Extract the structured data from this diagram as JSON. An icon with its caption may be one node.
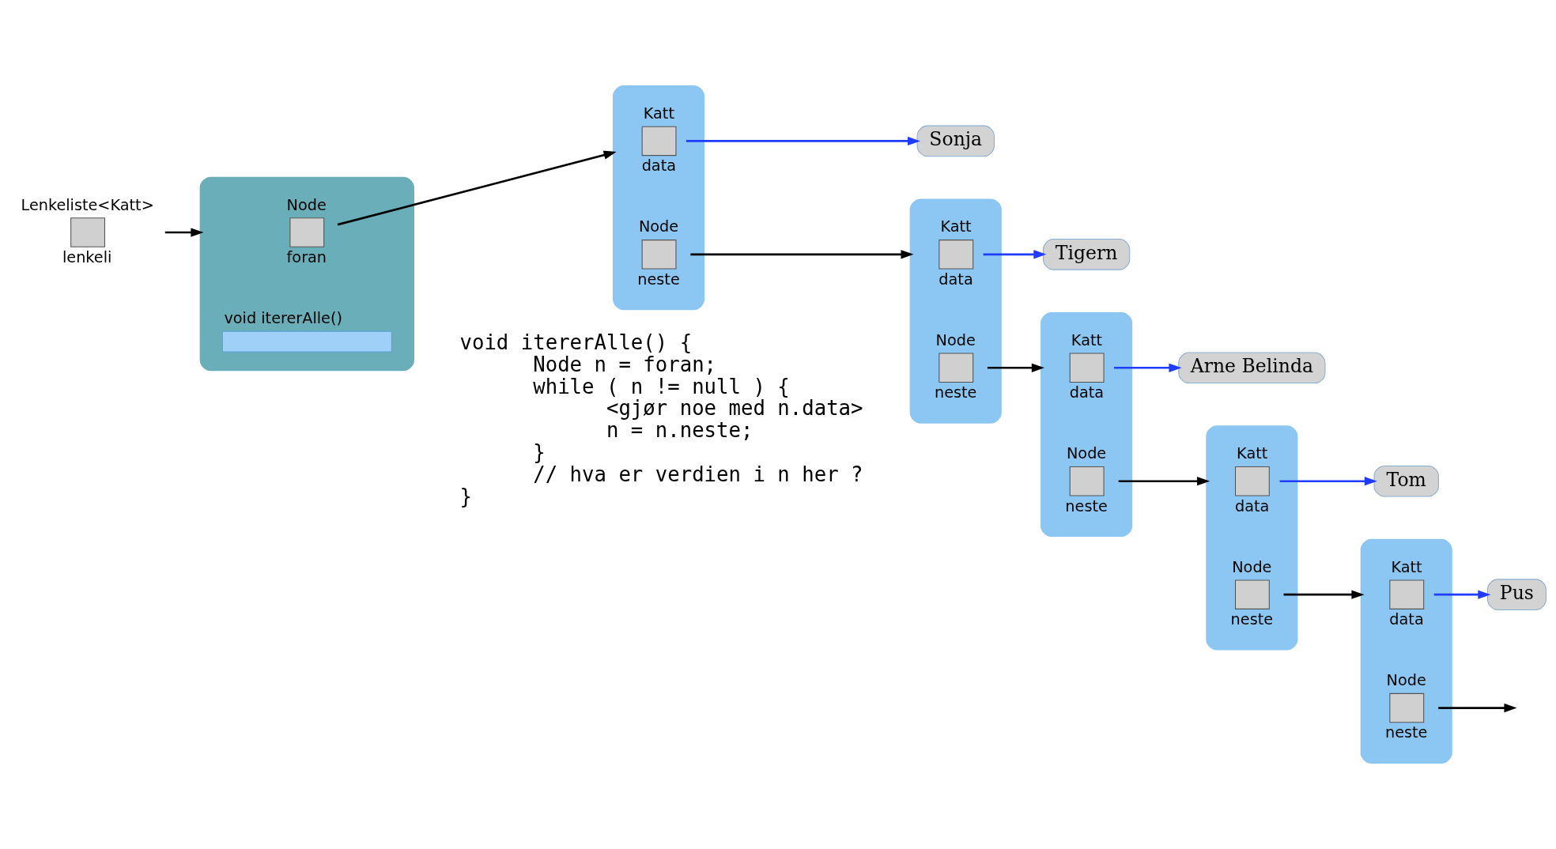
{
  "diagram": {
    "nodes": [
      {
        "text": [
          "Lenkeliste<Katt>",
          "lenkeli"
        ]
      },
      {
        "text": [],
        "shape": "box"
      },
      {
        "text": [
          "Node",
          "foran"
        ],
        "in": 1
      },
      {
        "text": [
          "void itererAlle()"
        ],
        "in": 1
      },
      {
        "text": [],
        "shape": "box"
      },
      {
        "text": [
          "Katt",
          "data"
        ],
        "in": 4
      },
      {
        "text": [
          "Node",
          "neste"
        ],
        "in": 4
      },
      {
        "text": [
          "Sonja"
        ]
      },
      {
        "text": [],
        "shape": "box"
      },
      {
        "text": [
          "Katt",
          "data"
        ],
        "in": 8
      },
      {
        "text": [
          "Node",
          "neste"
        ],
        "in": 8
      },
      {
        "text": [
          "Tigern"
        ]
      },
      {
        "text": [],
        "shape": "box"
      },
      {
        "text": [
          "Katt",
          "data"
        ],
        "in": 12
      },
      {
        "text": [
          "Node",
          "neste"
        ],
        "in": 12
      },
      {
        "text": [
          "Arne Belinda"
        ]
      },
      {
        "text": [],
        "shape": "box"
      },
      {
        "text": [
          "Katt",
          "data"
        ],
        "in": 16
      },
      {
        "text": [
          "Node",
          "neste"
        ],
        "in": 16
      },
      {
        "text": [
          "Tom"
        ]
      },
      {
        "text": [],
        "shape": "box"
      },
      {
        "text": [
          "Katt",
          "data"
        ],
        "in": 20
      },
      {
        "text": [
          "Node",
          "neste"
        ],
        "in": 20
      },
      {
        "text": [
          "Pus"
        ]
      }
    ],
    "edges": [
      {
        "from": 0,
        "to": 1,
        "arrow": "to"
      },
      {
        "from": 2,
        "to": 4,
        "arrow": "to"
      },
      {
        "from": 5,
        "to": 7,
        "arrow": "to",
        "color": "#1f3cff"
      },
      {
        "from": 6,
        "to": 8,
        "arrow": "to"
      },
      {
        "from": 9,
        "to": 11,
        "arrow": "to",
        "color": "#1f3cff"
      },
      {
        "from": 10,
        "to": 12,
        "arrow": "to"
      },
      {
        "from": 13,
        "to": 15,
        "arrow": "to",
        "color": "#1f3cff"
      },
      {
        "from": 14,
        "to": 16,
        "arrow": "to"
      },
      {
        "from": 17,
        "to": 19,
        "arrow": "to",
        "color": "#1f3cff"
      },
      {
        "from": 18,
        "to": 20,
        "arrow": "to"
      },
      {
        "from": 21,
        "to": 23,
        "arrow": "to",
        "color": "#1f3cff"
      },
      {
        "from": 22,
        "to": null,
        "arrow": "to"
      }
    ],
    "labels": [
      "void itererAlle() {",
      "Node n = foran;",
      "while ( n != null ) {",
      "<gjør noe med n.data>",
      "n = n.neste;",
      "}",
      "// hva er verdien i n her ?",
      "}"
    ]
  }
}
